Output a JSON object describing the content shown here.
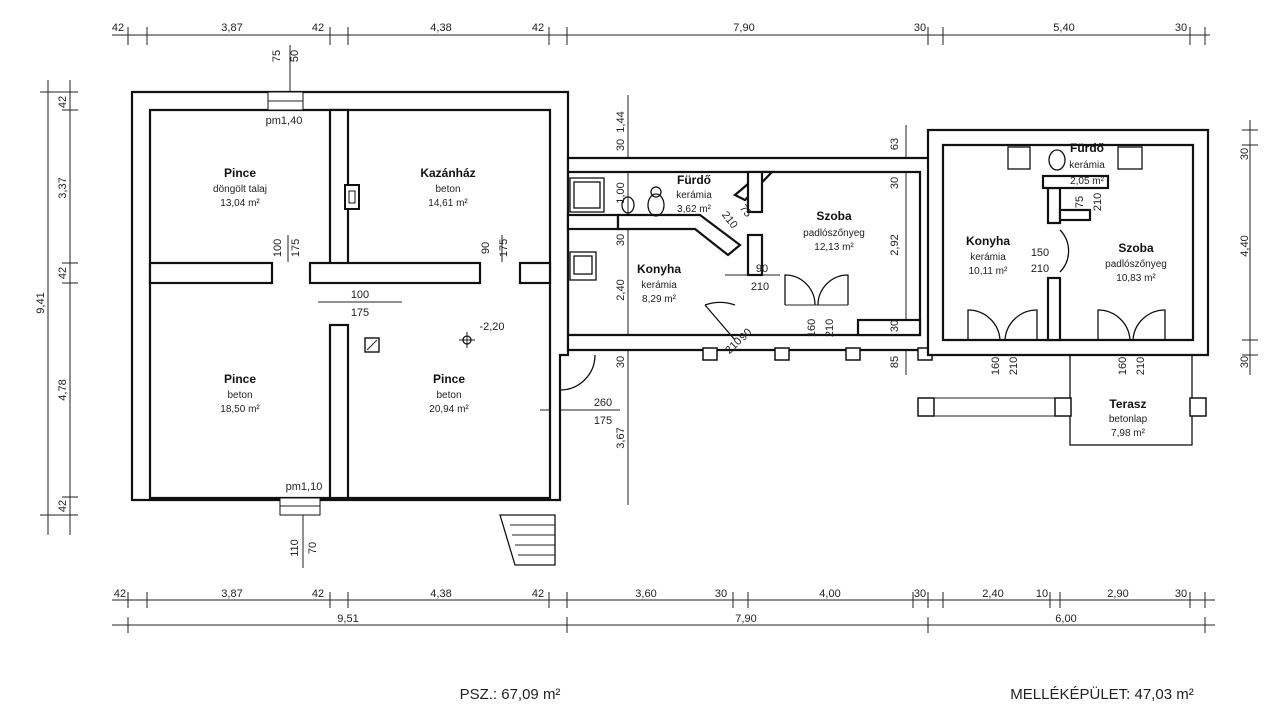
{
  "dimensions": {
    "top": [
      "42",
      "3,87",
      "42",
      "4,38",
      "42",
      "7,90",
      "30",
      "5,40",
      "30"
    ],
    "bottom_detail": [
      "42",
      "3,87",
      "42",
      "4,38",
      "42",
      "3,60",
      "30",
      "4,00",
      "30",
      "2,40",
      "10",
      "2,90",
      "30"
    ],
    "bottom_total": [
      "9,51",
      "7,90",
      "6,00"
    ],
    "left": [
      "42",
      "3,37",
      "42",
      "4,78",
      "42",
      "9,41"
    ],
    "middle_vertical": [
      "30",
      "1,44",
      "1,00",
      "30",
      "2,40",
      "30",
      "3,67"
    ],
    "east_vertical": [
      "63",
      "30",
      "2,92",
      "30",
      "85"
    ],
    "right": [
      "30",
      "4,40",
      "30"
    ]
  },
  "rooms": [
    {
      "name": "Pince",
      "floor": "döngölt talaj",
      "area": "13,04 m²"
    },
    {
      "name": "Kazánház",
      "floor": "beton",
      "area": "14,61 m²"
    },
    {
      "name": "Pince",
      "floor": "beton",
      "area": "18,50 m²"
    },
    {
      "name": "Pince",
      "floor": "beton",
      "area": "20,94 m²"
    },
    {
      "name": "Fürdő",
      "floor": "kerámia",
      "area": "3,62 m²"
    },
    {
      "name": "Szoba",
      "floor": "padlószőnyeg",
      "area": "12,13 m²"
    },
    {
      "name": "Konyha",
      "floor": "kerámia",
      "area": "8,29 m²"
    },
    {
      "name": "Fürdő",
      "floor": "kerámia",
      "area": "2,05 m²"
    },
    {
      "name": "Konyha",
      "floor": "kerámia",
      "area": "10,11 m²"
    },
    {
      "name": "Szoba",
      "floor": "padlószőnyeg",
      "area": "10,83 m²"
    },
    {
      "name": "Terasz",
      "floor": "betonlap",
      "area": "7,98 m²"
    }
  ],
  "openings": {
    "window_top": [
      "75",
      "50"
    ],
    "pm_top": "pm1,40",
    "door_pince_w": [
      "100",
      "175"
    ],
    "door_kazan": [
      "90",
      "175"
    ],
    "door_center": [
      "100",
      "175"
    ],
    "level": "-2,20",
    "door_pince_e": [
      "260",
      "175"
    ],
    "pm_bottom": "pm1,10",
    "window_bottom": [
      "110",
      "70"
    ],
    "door_furdo": [
      "75",
      "210"
    ],
    "door_konyha": [
      "90",
      "210"
    ],
    "door_konyha_out": [
      "90",
      "210"
    ],
    "door_szoba_out": [
      "160",
      "210"
    ],
    "door_east_furdo": [
      "75",
      "210"
    ],
    "door_east_inner": [
      "150",
      "210"
    ],
    "door_east_konyha_out": [
      "160",
      "210"
    ],
    "door_east_szoba_out": [
      "160",
      "210"
    ]
  },
  "footer": {
    "psz": "PSZ.: 67,09 m²",
    "mellek": "MELLÉKÉPÜLET: 47,03 m²"
  }
}
